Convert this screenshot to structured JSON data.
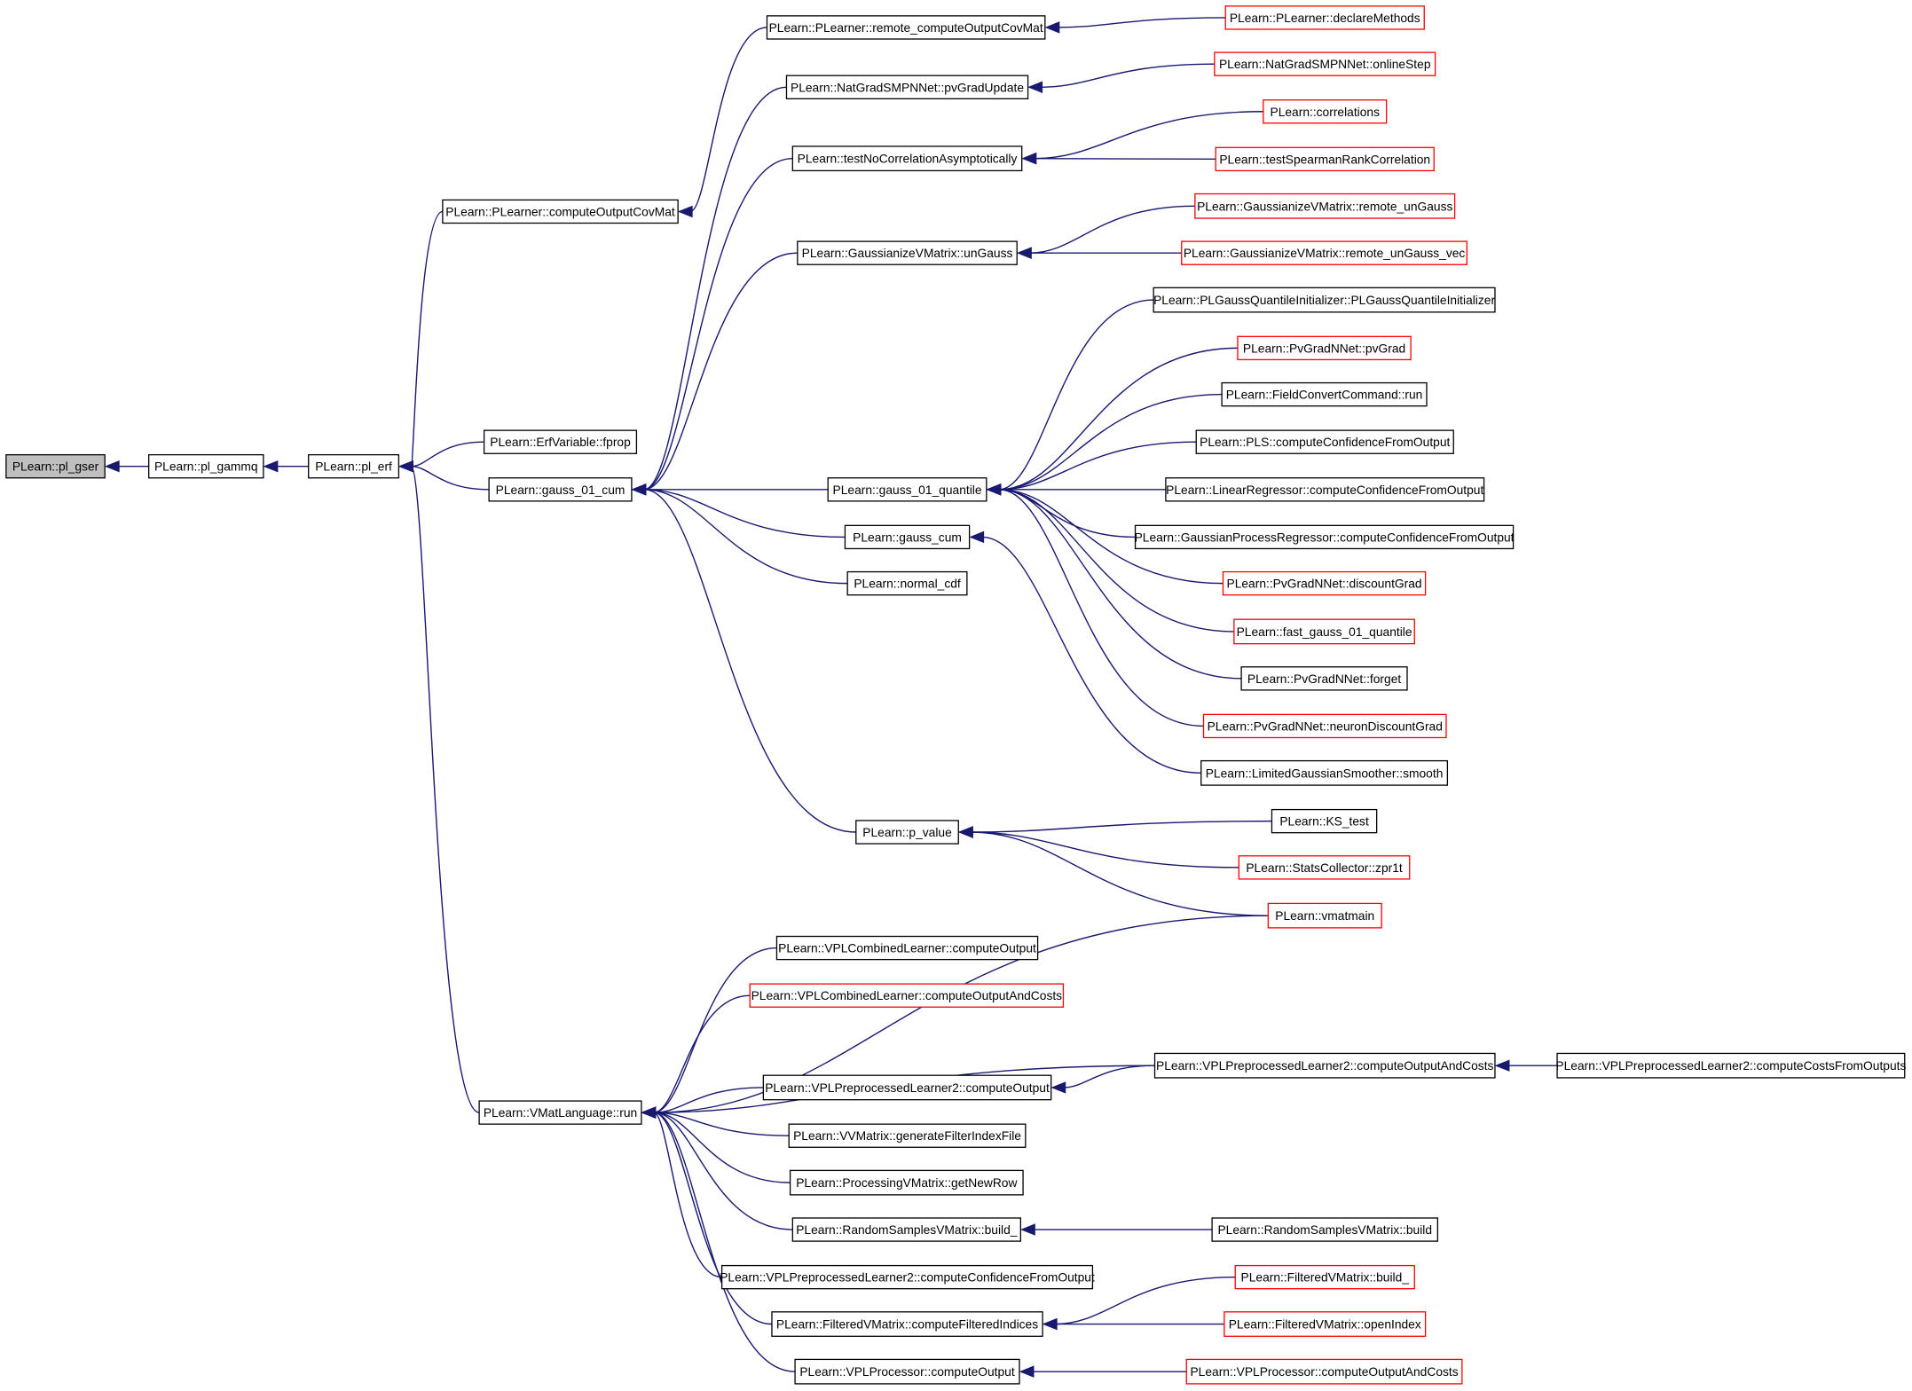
{
  "graph": {
    "colors": {
      "edge": "#191970",
      "border_default": "#000000",
      "border_truncated": "#ff0000",
      "fill_default": "#ffffff",
      "fill_root": "#bfbfbf"
    },
    "nodes": [
      {
        "id": "pl_gser",
        "label": "PLearn::pl_gser",
        "style": "root"
      },
      {
        "id": "pl_gammq",
        "label": "PLearn::pl_gammq",
        "style": "normal"
      },
      {
        "id": "pl_erf",
        "label": "PLearn::pl_erf",
        "style": "normal"
      },
      {
        "id": "computeOutputCovMat",
        "label": "PLearn::PLearner::computeOutputCovMat",
        "style": "normal"
      },
      {
        "id": "remote_computeOutputCovMat",
        "label": "PLearn::PLearner::remote_computeOutputCovMat",
        "style": "normal"
      },
      {
        "id": "declareMethods",
        "label": "PLearn::PLearner::declareMethods",
        "style": "truncated"
      },
      {
        "id": "pvGradUpdate",
        "label": "PLearn::NatGradSMPNNet::pvGradUpdate",
        "style": "normal"
      },
      {
        "id": "onlineStep",
        "label": "PLearn::NatGradSMPNNet::onlineStep",
        "style": "truncated"
      },
      {
        "id": "testNoCorr",
        "label": "PLearn::testNoCorrelationAsymptotically",
        "style": "normal"
      },
      {
        "id": "correlations",
        "label": "PLearn::correlations",
        "style": "truncated"
      },
      {
        "id": "testSpearman",
        "label": "PLearn::testSpearmanRankCorrelation",
        "style": "truncated"
      },
      {
        "id": "unGauss",
        "label": "PLearn::GaussianizeVMatrix::unGauss",
        "style": "normal"
      },
      {
        "id": "remote_unGauss",
        "label": "PLearn::GaussianizeVMatrix::remote_unGauss",
        "style": "truncated"
      },
      {
        "id": "remote_unGauss_vec",
        "label": "PLearn::GaussianizeVMatrix::remote_unGauss_vec",
        "style": "truncated"
      },
      {
        "id": "fprop",
        "label": "PLearn::ErfVariable::fprop",
        "style": "normal"
      },
      {
        "id": "gauss_01_cum",
        "label": "PLearn::gauss_01_cum",
        "style": "normal"
      },
      {
        "id": "gauss_01_quantile",
        "label": "PLearn::gauss_01_quantile",
        "style": "normal"
      },
      {
        "id": "plgauss_init",
        "label": "PLearn::PLGaussQuantileInitializer::PLGaussQuantileInitializer",
        "style": "normal"
      },
      {
        "id": "pvGrad",
        "label": "PLearn::PvGradNNet::pvGrad",
        "style": "truncated"
      },
      {
        "id": "fieldconvert_run",
        "label": "PLearn::FieldConvertCommand::run",
        "style": "normal"
      },
      {
        "id": "pls_conf",
        "label": "PLearn::PLS::computeConfidenceFromOutput",
        "style": "normal"
      },
      {
        "id": "linreg_conf",
        "label": "PLearn::LinearRegressor::computeConfidenceFromOutput",
        "style": "normal"
      },
      {
        "id": "gpr_conf",
        "label": "PLearn::GaussianProcessRegressor::computeConfidenceFromOutput",
        "style": "normal"
      },
      {
        "id": "discountGrad",
        "label": "PLearn::PvGradNNet::discountGrad",
        "style": "truncated"
      },
      {
        "id": "fast_gauss",
        "label": "PLearn::fast_gauss_01_quantile",
        "style": "truncated"
      },
      {
        "id": "forget",
        "label": "PLearn::PvGradNNet::forget",
        "style": "normal"
      },
      {
        "id": "neuronDiscountGrad",
        "label": "PLearn::PvGradNNet::neuronDiscountGrad",
        "style": "truncated"
      },
      {
        "id": "smooth",
        "label": "PLearn::LimitedGaussianSmoother::smooth",
        "style": "normal"
      },
      {
        "id": "gauss_cum",
        "label": "PLearn::gauss_cum",
        "style": "normal"
      },
      {
        "id": "normal_cdf",
        "label": "PLearn::normal_cdf",
        "style": "normal"
      },
      {
        "id": "p_value",
        "label": "PLearn::p_value",
        "style": "normal"
      },
      {
        "id": "ks_test",
        "label": "PLearn::KS_test",
        "style": "normal"
      },
      {
        "id": "zpr1t",
        "label": "PLearn::StatsCollector::zpr1t",
        "style": "truncated"
      },
      {
        "id": "vmatmain",
        "label": "PLearn::vmatmain",
        "style": "truncated"
      },
      {
        "id": "vmatlang_run",
        "label": "PLearn::VMatLanguage::run",
        "style": "normal"
      },
      {
        "id": "vplcl_co",
        "label": "PLearn::VPLCombinedLearner::computeOutput",
        "style": "normal"
      },
      {
        "id": "vplcl_coac",
        "label": "PLearn::VPLCombinedLearner::computeOutputAndCosts",
        "style": "truncated"
      },
      {
        "id": "vplpl2_coac",
        "label": "PLearn::VPLPreprocessedLearner2::computeOutputAndCosts",
        "style": "normal"
      },
      {
        "id": "vplpl2_ccfo",
        "label": "PLearn::VPLPreprocessedLearner2::computeCostsFromOutputs",
        "style": "normal"
      },
      {
        "id": "vplpl2_co",
        "label": "PLearn::VPLPreprocessedLearner2::computeOutput",
        "style": "normal"
      },
      {
        "id": "vvm_gen",
        "label": "PLearn::VVMatrix::generateFilterIndexFile",
        "style": "normal"
      },
      {
        "id": "proc_getnewrow",
        "label": "PLearn::ProcessingVMatrix::getNewRow",
        "style": "normal"
      },
      {
        "id": "rsvm_build_",
        "label": "PLearn::RandomSamplesVMatrix::build_",
        "style": "normal"
      },
      {
        "id": "rsvm_build",
        "label": "PLearn::RandomSamplesVMatrix::build",
        "style": "normal"
      },
      {
        "id": "vplpl2_ccf",
        "label": "PLearn::VPLPreprocessedLearner2::computeConfidenceFromOutput",
        "style": "normal"
      },
      {
        "id": "fvm_cfi",
        "label": "PLearn::FilteredVMatrix::computeFilteredIndices",
        "style": "normal"
      },
      {
        "id": "fvm_build_",
        "label": "PLearn::FilteredVMatrix::build_",
        "style": "truncated"
      },
      {
        "id": "fvm_openindex",
        "label": "PLearn::FilteredVMatrix::openIndex",
        "style": "truncated"
      },
      {
        "id": "vplproc_co",
        "label": "PLearn::VPLProcessor::computeOutput",
        "style": "normal"
      },
      {
        "id": "vplproc_coac",
        "label": "PLearn::VPLProcessor::computeOutputAndCosts",
        "style": "truncated"
      }
    ],
    "edges": [
      [
        "pl_gammq",
        "pl_gser"
      ],
      [
        "pl_erf",
        "pl_gammq"
      ],
      [
        "computeOutputCovMat",
        "pl_erf"
      ],
      [
        "fprop",
        "pl_erf"
      ],
      [
        "gauss_01_cum",
        "pl_erf"
      ],
      [
        "vmatlang_run",
        "pl_erf"
      ],
      [
        "remote_computeOutputCovMat",
        "computeOutputCovMat"
      ],
      [
        "declareMethods",
        "remote_computeOutputCovMat"
      ],
      [
        "pvGradUpdate",
        "gauss_01_cum"
      ],
      [
        "onlineStep",
        "pvGradUpdate"
      ],
      [
        "testNoCorr",
        "gauss_01_cum"
      ],
      [
        "correlations",
        "testNoCorr"
      ],
      [
        "testSpearman",
        "testNoCorr"
      ],
      [
        "unGauss",
        "gauss_01_cum"
      ],
      [
        "remote_unGauss",
        "unGauss"
      ],
      [
        "remote_unGauss_vec",
        "unGauss"
      ],
      [
        "gauss_01_quantile",
        "gauss_01_cum"
      ],
      [
        "gauss_cum",
        "gauss_01_cum"
      ],
      [
        "normal_cdf",
        "gauss_01_cum"
      ],
      [
        "p_value",
        "gauss_01_cum"
      ],
      [
        "plgauss_init",
        "gauss_01_quantile"
      ],
      [
        "pvGrad",
        "gauss_01_quantile"
      ],
      [
        "fieldconvert_run",
        "gauss_01_quantile"
      ],
      [
        "pls_conf",
        "gauss_01_quantile"
      ],
      [
        "linreg_conf",
        "gauss_01_quantile"
      ],
      [
        "gpr_conf",
        "gauss_01_quantile"
      ],
      [
        "discountGrad",
        "gauss_01_quantile"
      ],
      [
        "fast_gauss",
        "gauss_01_quantile"
      ],
      [
        "forget",
        "gauss_01_quantile"
      ],
      [
        "neuronDiscountGrad",
        "gauss_01_quantile"
      ],
      [
        "smooth",
        "gauss_cum"
      ],
      [
        "ks_test",
        "p_value"
      ],
      [
        "zpr1t",
        "p_value"
      ],
      [
        "vmatmain",
        "p_value"
      ],
      [
        "vmatmain",
        "vmatlang_run"
      ],
      [
        "vplcl_co",
        "vmatlang_run"
      ],
      [
        "vplcl_coac",
        "vmatlang_run"
      ],
      [
        "vplpl2_coac",
        "vmatlang_run"
      ],
      [
        "vplpl2_ccfo",
        "vplpl2_coac"
      ],
      [
        "vplpl2_co",
        "vmatlang_run"
      ],
      [
        "vplpl2_coac",
        "vplpl2_co"
      ],
      [
        "vvm_gen",
        "vmatlang_run"
      ],
      [
        "proc_getnewrow",
        "vmatlang_run"
      ],
      [
        "rsvm_build_",
        "vmatlang_run"
      ],
      [
        "rsvm_build",
        "rsvm_build_"
      ],
      [
        "vplpl2_ccf",
        "vmatlang_run"
      ],
      [
        "fvm_cfi",
        "vmatlang_run"
      ],
      [
        "fvm_build_",
        "fvm_cfi"
      ],
      [
        "fvm_openindex",
        "fvm_cfi"
      ],
      [
        "vplproc_co",
        "vmatlang_run"
      ],
      [
        "vplproc_coac",
        "vplproc_co"
      ]
    ]
  }
}
